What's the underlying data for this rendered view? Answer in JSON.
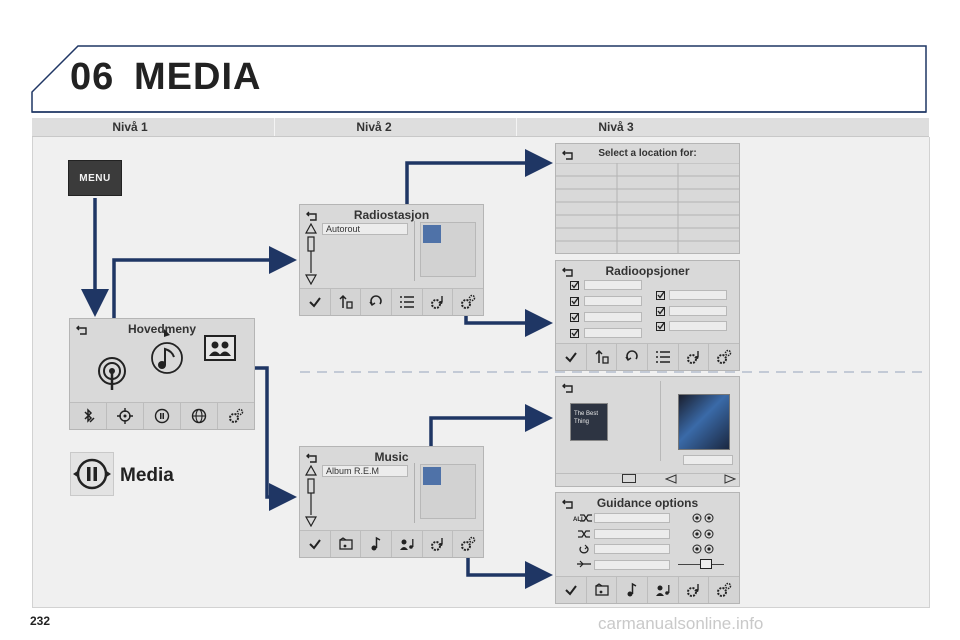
{
  "header": {
    "chapter_number": "06",
    "chapter_title": "MEDIA"
  },
  "levels": [
    "Nivå 1",
    "Nivå 2",
    "Nivå 3"
  ],
  "menu_button": {
    "label": "MENU"
  },
  "media_label": "Media",
  "screens": {
    "hovedmeny": {
      "title": "Hovedmeny"
    },
    "radiostasjon": {
      "title": "Radiostasjon",
      "field_value": "Autorout"
    },
    "music": {
      "title": "Music",
      "field_value": "Album R.E.M"
    },
    "select_location": {
      "title": "Select a location for:"
    },
    "radioopsjoner": {
      "title": "Radioopsjoner"
    },
    "cover_view": {
      "album_text": "The Best Thing"
    },
    "guidance_options": {
      "title": "Guidance options",
      "first_row_label": "ALL"
    }
  },
  "page_number": "232",
  "watermark": "carmanualsonline.info",
  "colors": {
    "connector": "#1f3664",
    "accent_album": "#3a6aa8"
  }
}
